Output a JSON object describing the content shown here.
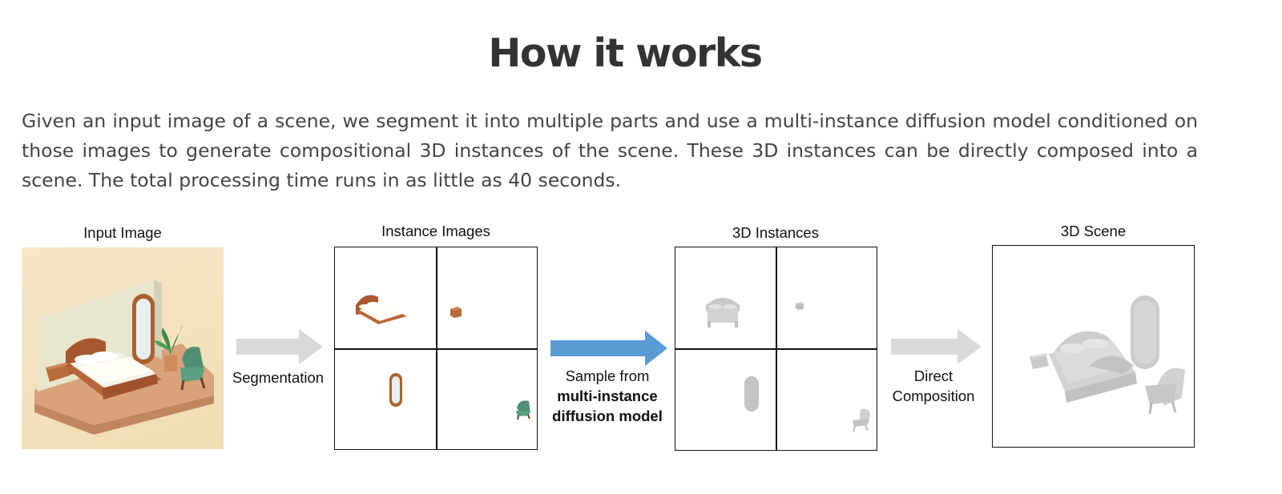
{
  "header": {
    "title": "How it works",
    "description": "Given an input image of a scene, we segment it into multiple parts and use a multi-instance diffusion model conditioned on those images to generate compositional 3D instances of the scene. These 3D instances can be directly composed into a scene. The total processing time runs in as little as 40 seconds."
  },
  "diagram": {
    "stages": {
      "input": "Input Image",
      "instances": "Instance Images",
      "instances3d": "3D Instances",
      "scene": "3D Scene"
    },
    "steps": {
      "segmentation": "Segmentation",
      "sample_line1": "Sample from",
      "sample_line2": "multi-instance",
      "sample_line3": "diffusion model",
      "direct_line1": "Direct",
      "direct_line2": "Composition"
    },
    "colors": {
      "gray_arrow": "#d9d9d9",
      "blue_arrow": "#5b9bd5",
      "wood": "#a0522d",
      "chair_green": "#4f8f74",
      "mesh_gray": "#c8c8c8"
    }
  }
}
